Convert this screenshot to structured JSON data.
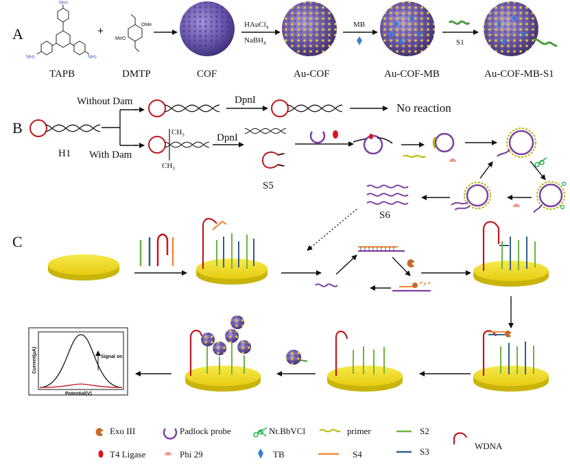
{
  "sections": {
    "a": "A",
    "b": "B",
    "c": "C"
  },
  "panel_a": {
    "tapb": "TAPB",
    "dmtp": "DMTP",
    "plus": "+",
    "cof": "COF",
    "au_cof": "Au-COF",
    "au_cof_mb": "Au-COF-MB",
    "au_cof_mb_s1": "Au-COF-MB-S1",
    "reagent_1": "HAuCl",
    "reagent_1_sub": "4",
    "reagent_2": "NaBH",
    "reagent_2_sub": "4",
    "arrow_mb": "MB",
    "arrow_s1": "S1",
    "nh2": "NH",
    "nh2_sub": "2",
    "ome": "OMe",
    "meo": "MeO"
  },
  "panel_b": {
    "h1": "H1",
    "without_dam": "Without Dam",
    "with_dam": "With Dam",
    "dpni_top": "DpnI",
    "dpni_bottom": "DpnI",
    "no_reaction": "No reaction",
    "ch3_top": "CH",
    "ch3_bottom": "CH",
    "ch3_sub": "3",
    "s5": "S5",
    "s6": "S6"
  },
  "panel_c": {
    "y_axis": "Current(μA)",
    "x_axis": "Potential(V)",
    "signal_on": "Signal on"
  },
  "legend": [
    {
      "key": "exo",
      "label": "Exo III"
    },
    {
      "key": "padlock",
      "label": "Padlock probe"
    },
    {
      "key": "nicking",
      "label": "Nt.BbVCl"
    },
    {
      "key": "primer",
      "label": "primer"
    },
    {
      "key": "s2",
      "label": "S2"
    },
    {
      "key": "wdna",
      "label": "WDNA"
    },
    {
      "key": "ligase",
      "label": "T4 Ligase"
    },
    {
      "key": "phi",
      "label": "Phi 29"
    },
    {
      "key": "tb",
      "label": "TB"
    },
    {
      "key": "s4",
      "label": "S4"
    },
    {
      "key": "s3",
      "label": "S3"
    }
  ],
  "colors": {
    "wdna": "#c0161d",
    "s2": "#6cb33f",
    "s3": "#2f5d86",
    "s4": "#f08a3c",
    "primer": "#b8b500",
    "padlock": "#7b3fa0",
    "electrode": "#f2dd1a",
    "cof": "#6c5bb0"
  }
}
